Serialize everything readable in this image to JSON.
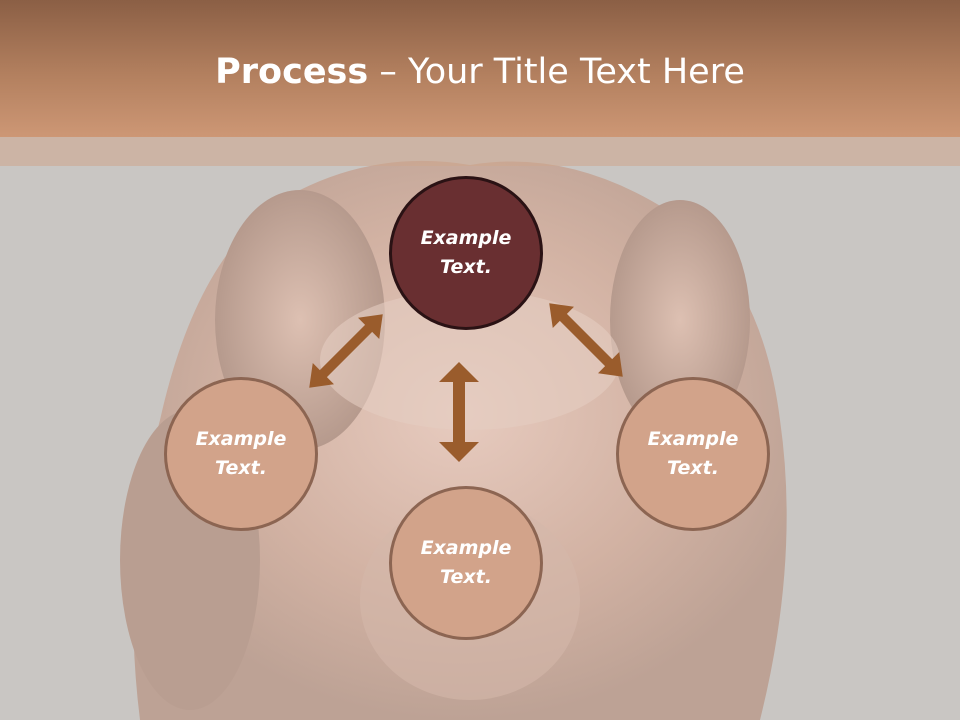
{
  "slide": {
    "title_bold": "Process",
    "title_rest": " – Your Title Text Here"
  },
  "nodes": {
    "top": "Example Text.",
    "left": "Example Text.",
    "right": "Example Text.",
    "bottom": "Example Text."
  },
  "colors": {
    "header": "#b3805f",
    "top_node": "#692f31",
    "other_nodes": "#d2a38a",
    "arrows": "#9a5c2c"
  }
}
